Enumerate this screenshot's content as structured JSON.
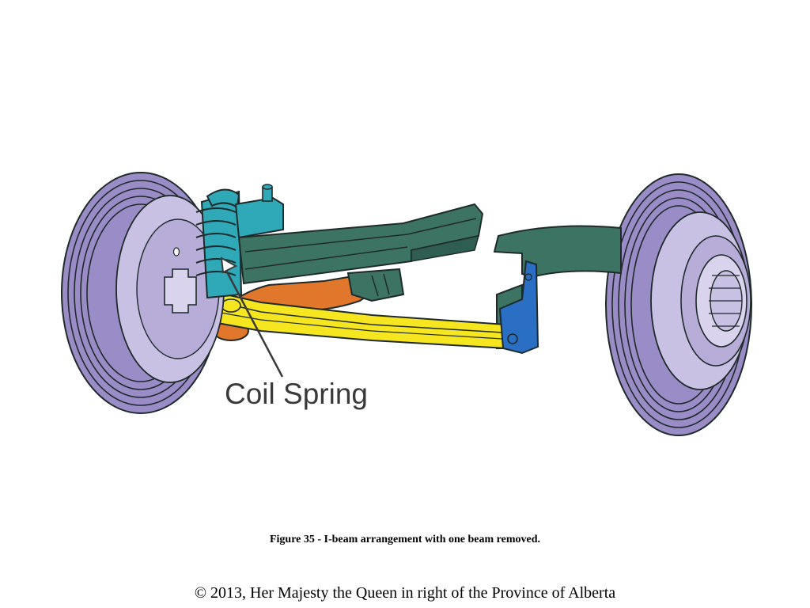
{
  "diagram": {
    "callout_label": "Coil Spring",
    "caption": "Figure 35 - I-beam arrangement with one beam removed.",
    "copyright": "© 2013, Her Majesty the Queen in right of the Province of Alberta"
  },
  "colors": {
    "tire": "#9a8cc6",
    "tire_dark": "#7f70b3",
    "hub": "#c9c1e4",
    "frame": "#3d7363",
    "spring_bracket": "#2fa8b8",
    "i_beam": "#f5e620",
    "radius_arm": "#e0772a",
    "pivot_bracket": "#2a6fc4",
    "outline": "#1f2a2a"
  },
  "icons": [
    "left-wheel",
    "right-wheel",
    "coil-spring",
    "frame-rail",
    "i-beam",
    "radius-arm",
    "pivot-bracket"
  ]
}
